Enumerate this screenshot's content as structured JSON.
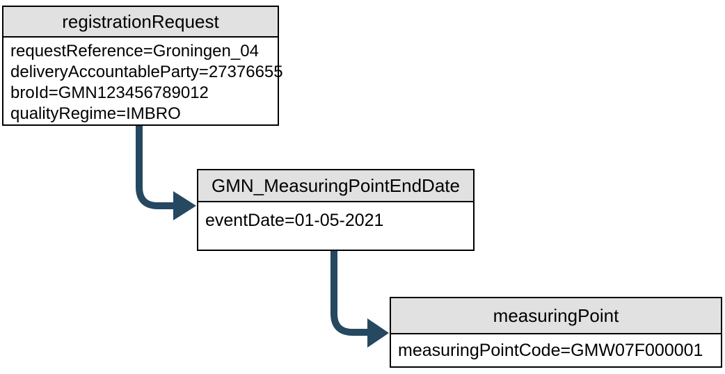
{
  "colors": {
    "arrow": "#264861",
    "header_bg": "#e1e1e1",
    "border": "#000000",
    "body_bg": "#ffffff"
  },
  "diagram": {
    "nodes": [
      {
        "id": "registrationRequest",
        "title": "registrationRequest",
        "attributes": [
          "requestReference=Groningen_04",
          "deliveryAccountableParty=27376655",
          "broId=GMN123456789012",
          "qualityRegime=IMBRO"
        ]
      },
      {
        "id": "GMN_MeasuringPointEndDate",
        "title": "GMN_MeasuringPointEndDate",
        "attributes": [
          "eventDate=01-05-2021"
        ]
      },
      {
        "id": "measuringPoint",
        "title": "measuringPoint",
        "attributes": [
          "measuringPointCode=GMW07F000001"
        ]
      }
    ],
    "edges": [
      {
        "from": "registrationRequest",
        "to": "GMN_MeasuringPointEndDate"
      },
      {
        "from": "GMN_MeasuringPointEndDate",
        "to": "measuringPoint"
      }
    ]
  }
}
